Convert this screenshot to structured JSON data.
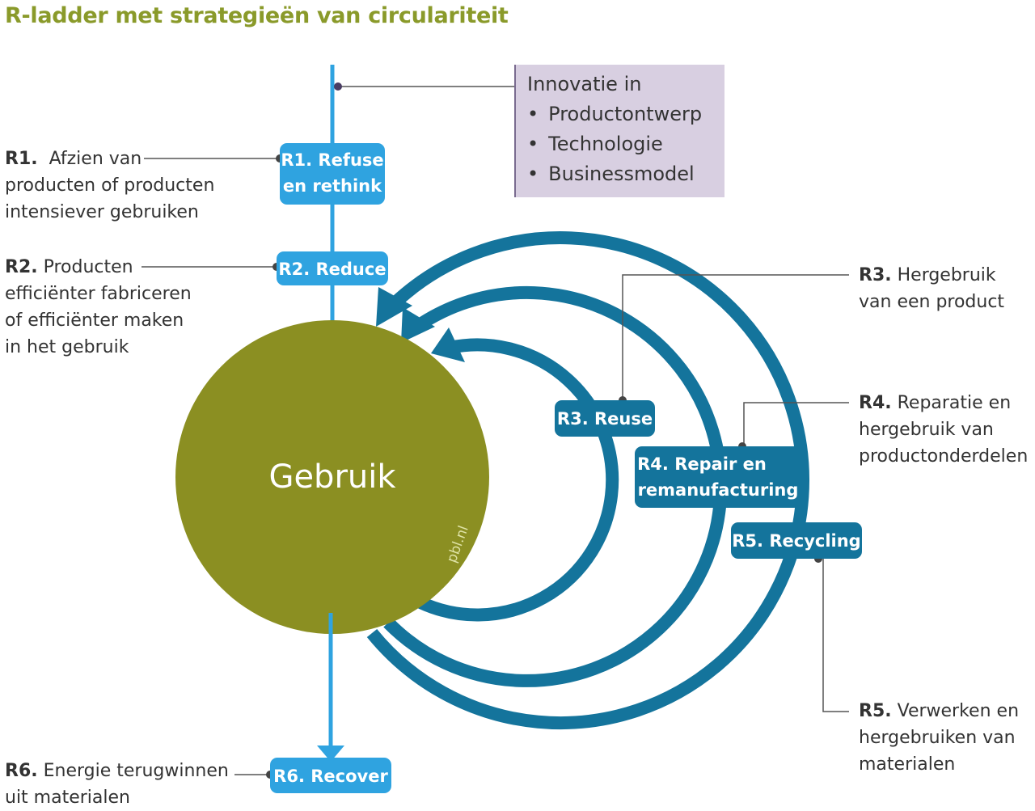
{
  "title": "R-ladder met strategieën van circulariteit",
  "innovation": {
    "heading": "Innovatie in",
    "items": [
      "Productontwerp",
      "Technologie",
      "Businessmodel"
    ]
  },
  "center": {
    "label": "Gebruik",
    "watermark": "pbl.nl"
  },
  "boxes": {
    "r1": [
      "R1. Refuse",
      "en rethink"
    ],
    "r2": "R2. Reduce",
    "r3": "R3. Reuse",
    "r4": [
      "R4. Repair en",
      "remanufacturing"
    ],
    "r5": "R5. Recycling",
    "r6": "R6. Recover"
  },
  "descriptions": {
    "r1": {
      "code": "R1.",
      "lines": [
        "Afzien van",
        "producten of producten",
        "intensiever gebruiken"
      ]
    },
    "r2": {
      "code": "R2.",
      "lines": [
        "Producten",
        "efficiënter fabriceren",
        "of efficiënter maken",
        "in het gebruik"
      ]
    },
    "r3": {
      "code": "R3.",
      "lines": [
        "Hergebruik",
        "van een product"
      ]
    },
    "r4": {
      "code": "R4.",
      "lines": [
        "Reparatie en",
        "hergebruik van",
        "productonderdelen"
      ]
    },
    "r5": {
      "code": "R5.",
      "lines": [
        "Verwerken en",
        "hergebruiken van",
        "materialen"
      ]
    },
    "r6": {
      "code": "R6.",
      "lines": [
        "Energie terugwinnen",
        "uit materialen"
      ]
    }
  },
  "colors": {
    "light_blue": "#2fa3e0",
    "dark_blue": "#14749c",
    "olive": "#8b8f22",
    "title_green": "#8a9a2a",
    "innovation_bg": "#d8cfe1"
  }
}
